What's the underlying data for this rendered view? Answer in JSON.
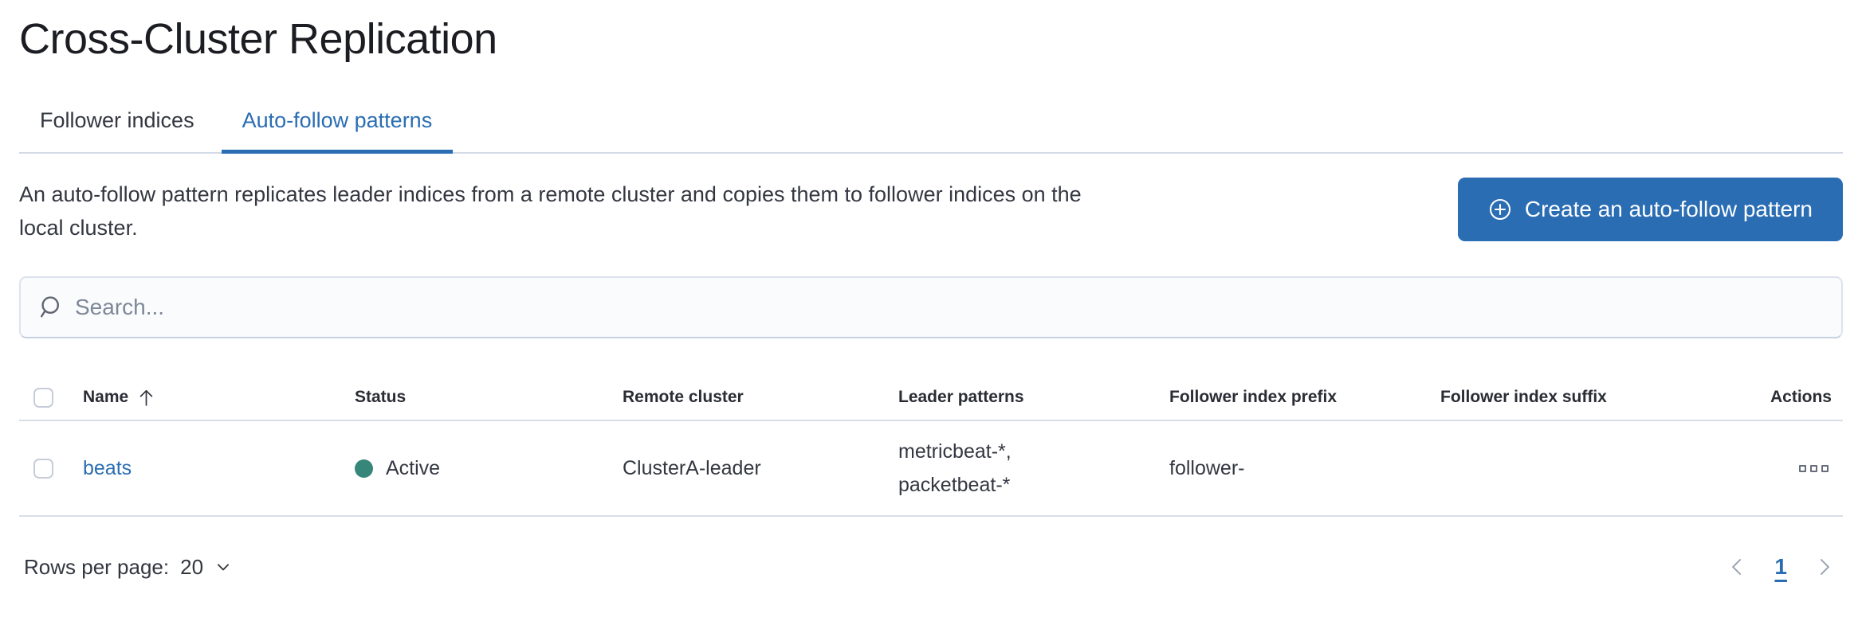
{
  "page": {
    "title": "Cross-Cluster Replication"
  },
  "tabs": {
    "items": [
      {
        "label": "Follower indices",
        "active": false
      },
      {
        "label": "Auto-follow patterns",
        "active": true
      }
    ]
  },
  "intro": {
    "description_lines": [
      "An auto-follow pattern replicates leader indices from a remote cluster and copies them to follower indices on the",
      "local cluster."
    ],
    "create_button_label": "Create an auto-follow pattern"
  },
  "search": {
    "placeholder": "Search..."
  },
  "table": {
    "headers": {
      "name": "Name",
      "status": "Status",
      "remote_cluster": "Remote cluster",
      "leader_patterns": "Leader patterns",
      "follower_index_prefix": "Follower index prefix",
      "follower_index_suffix": "Follower index suffix",
      "actions": "Actions"
    },
    "sort": {
      "column": "Name",
      "direction": "ascending"
    },
    "rows": [
      {
        "name": "beats",
        "status": "Active",
        "remote_cluster": "ClusterA-leader",
        "leader_patterns_lines": [
          "metricbeat-*,",
          "packetbeat-*"
        ],
        "follower_index_prefix": "follower-",
        "follower_index_suffix": ""
      }
    ]
  },
  "footer": {
    "rows_per_page_label": "Rows per page:",
    "rows_per_page_value": "20",
    "current_page": "1"
  },
  "colors": {
    "primary_blue": "#2a6db3",
    "link_blue": "#2a6db3",
    "status_active_dot": "#37867a",
    "text": "#343741",
    "border": "#d3dae6"
  }
}
